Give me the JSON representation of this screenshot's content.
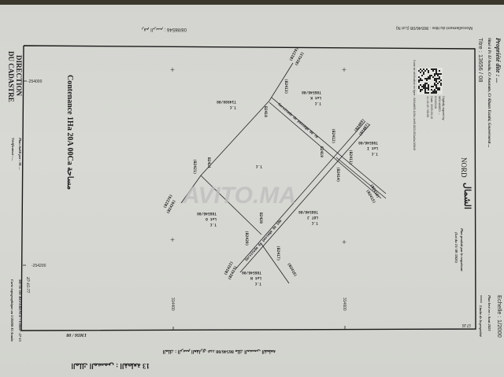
{
  "header": {
    "titre_ref": "08/86546 : رقم الرسم",
    "morcellement": "Morcellement du titre : 86546/08 (Lot N)"
  },
  "left_margin": {
    "direction": "DIRECTION",
    "cadastre": "DU CADASTRE",
    "contenance": "Contenance  1Ha 20A 00Ca  مساحة",
    "plan_etabli": "Plan établi par : M. ...",
    "verificateur": "Vérificateur : ...",
    "reference": "MFTE DE REFERENCE : 1/2000 - 27-15",
    "carte": "Carte topographique au 1/20000 El Aouda",
    "date_code": "27-15-77"
  },
  "right_margin": {
    "propriete": "Propriété dite : ...",
    "situe": "Situé à Pc El Aouda, Cr Aounate, Cr Khazn Ezzahi, Gouvernorat ...",
    "titre": "Titre : 13656 / 08",
    "echelle": "Echelle : 1/2000",
    "plan_leve": "Plan levé en : Aout 2023",
    "limite": "Limite de la propriété",
    "plan_produit": "Plan produit par le requérant",
    "plan_produit_date": "(Lot du 15/ 08 /2025)",
    "page_code": "57 25"
  },
  "signature": {
    "line1": "Digitally signed by",
    "line2": "MOHAMED ...",
    "line3": "KHADIJA",
    "line4": "Date: 2025.03.10",
    "line5": "11:13:18 +00:00",
    "verification": "Code de vérification en ligne : 84f4a609-145d-4e05-8f23-651a3a419849"
  },
  "north": {
    "fr": "NORD",
    "ar": "الشمال"
  },
  "coordinates": {
    "y_top": "-254000",
    "y_bottom": "-254200",
    "x_left": "314400",
    "x_right": "314600"
  },
  "plan": {
    "labels": {
      "b2378": "(B2378)",
      "b2413a": "(B2413)",
      "b2413b": "(B2413)",
      "b2418": "B2418",
      "b2412": "(B2412)",
      "b2419": "B2419",
      "b2411": "(B2411)",
      "b2409": "(B2409)",
      "b2407": "(B2407)",
      "b2410a": "(B2410)",
      "b2415": "(B2415)",
      "b2414": "(B2414)",
      "b2421a": "B2421",
      "b2421b": "(B2421)",
      "b2376": "(B2376)",
      "b2426": "(B2426)",
      "b2420a": "B2420",
      "b2420b": "(B2420)",
      "b2417": "(B2417)",
      "b2410b": "(B2410)",
      "b2422": "(B2422)",
      "b2423": "(B2423)"
    },
    "lots": {
      "k": [
        "T86546/08",
        "Lot K",
        "T.C"
      ],
      "i": [
        "T86546/08",
        "Lot I",
        "T.C"
      ],
      "o": [
        "T86546/08",
        "Lot O",
        "T.C"
      ],
      "j": [
        "T86546/08",
        "LOT J",
        "T.C"
      ],
      "n": [
        "T86546/08",
        "Lot N",
        "T.C"
      ],
      "neighbor": [
        "T14888/08",
        "T.C"
      ],
      "center": "T.C"
    },
    "servitude1": "Servitude de passage de 7m",
    "servitude2": "Servitude de passage de 10m"
  },
  "footer": {
    "ref": "13656 / 08",
    "line1": "الملك : الرسم العقاري عدد 86546/08 ملك المسمى القطعة",
    "line2": "الملك المسمى : القطعة 13"
  },
  "watermark": "AVITO.MA"
}
